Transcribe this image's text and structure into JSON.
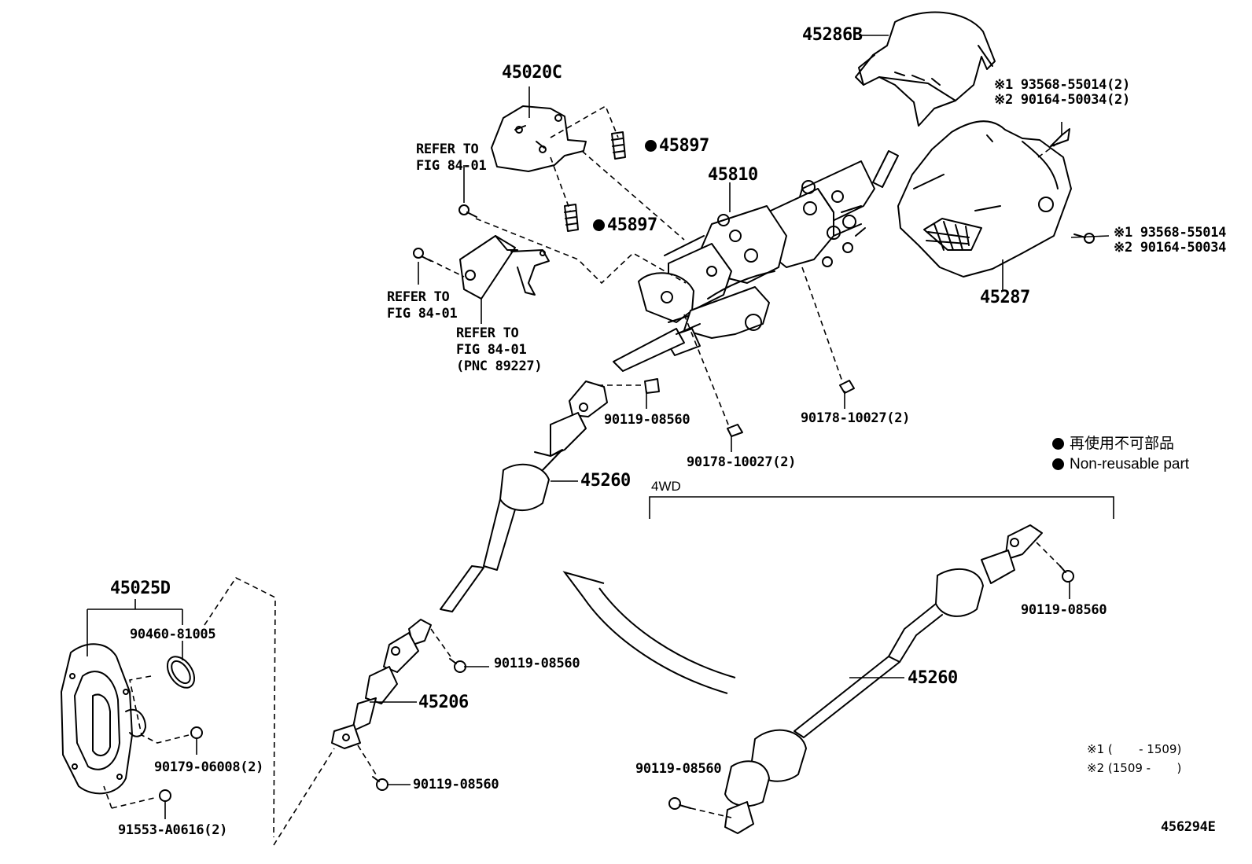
{
  "diagram": {
    "part_labels": {
      "p45286B": "45286B",
      "p45020C": "45020C",
      "p45897a": "45897",
      "p45897b": "45897",
      "p45810": "45810",
      "p45287": "45287",
      "p45260a": "45260",
      "p45260b": "45260",
      "p45206": "45206",
      "p45025D": "45025D",
      "p90119a": "90119-08560",
      "p90119b": "90119-08560",
      "p90119c": "90119-08560",
      "p90119d": "90119-08560",
      "p90119e": "90119-08560",
      "p90178a": "90178-10027(2)",
      "p90178b": "90178-10027(2)",
      "p90460": "90460-81005",
      "p90179": "90179-06008(2)",
      "p91553": "91553-A0616(2)"
    },
    "upper_cover_notes": [
      "※1 93568-55014(2)",
      "※2 90164-50034(2)"
    ],
    "lower_cover_notes": [
      "※1 93568-55014",
      "※2 90164-50034"
    ],
    "refer_notes": [
      [
        "REFER TO",
        "FIG 84-01"
      ],
      [
        "REFER TO",
        "FIG 84-01"
      ],
      [
        "REFER TO",
        "FIG 84-01",
        "(PNC 89227)"
      ]
    ],
    "variant_label": "4WD",
    "legend": {
      "japanese": "再使用不可部品",
      "english": "Non-reusable part"
    },
    "footnotes": [
      "※1 (       - 1509)",
      "※2 (1509 -       )"
    ],
    "illustration_id": "456294E"
  },
  "colors": {
    "ink": "#000000",
    "background": "#ffffff"
  }
}
